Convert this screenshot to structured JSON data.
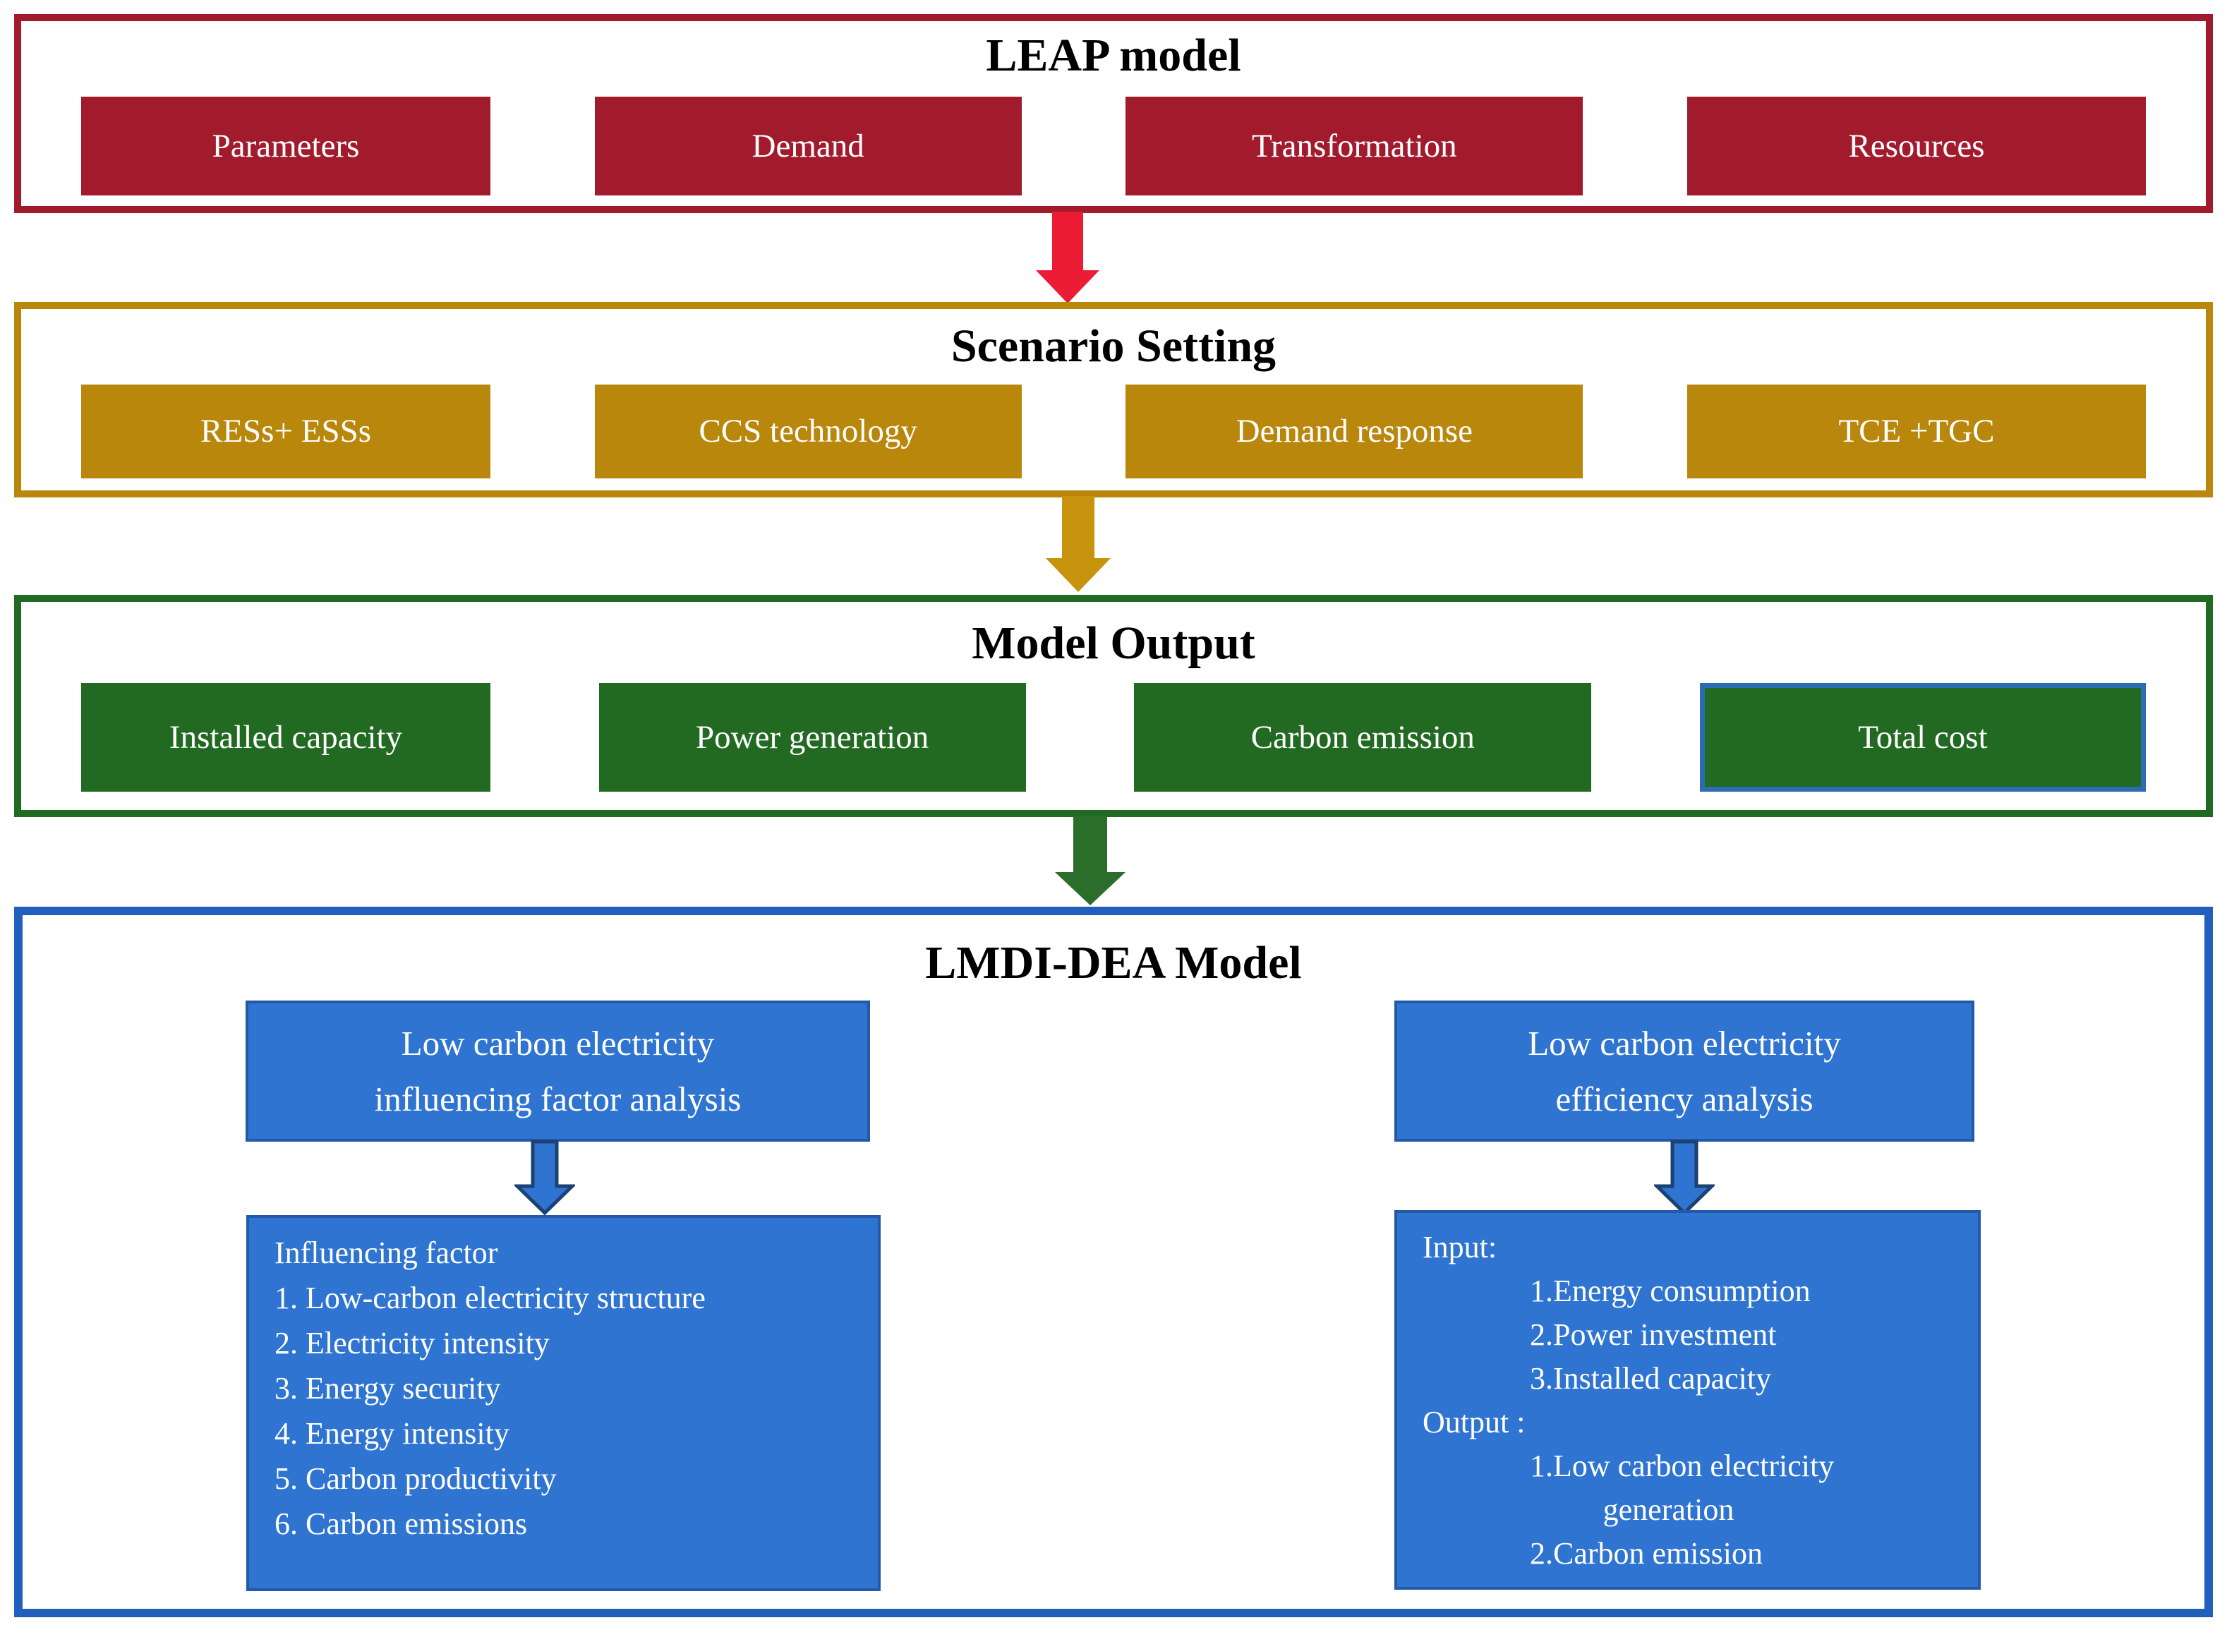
{
  "diagram": {
    "leap": {
      "title": "LEAP model",
      "boxes": [
        "Parameters",
        "Demand",
        "Transformation",
        "Resources"
      ]
    },
    "scenario": {
      "title": "Scenario Setting",
      "boxes": [
        "RESs+ ESSs",
        "CCS technology",
        "Demand response",
        "TCE +TGC"
      ]
    },
    "model_output": {
      "title": "Model Output",
      "boxes": [
        "Installed capacity",
        "Power generation",
        "Carbon emission",
        "Total cost"
      ]
    },
    "lmdi": {
      "title": "LMDI-DEA Model",
      "influencing": {
        "header_line1": "Low carbon electricity",
        "header_line2": "influencing factor analysis",
        "lines": [
          "Influencing factor",
          "1. Low-carbon electricity structure",
          "2. Electricity intensity",
          "3. Energy security",
          "4. Energy intensity",
          "5. Carbon productivity",
          "6. Carbon emissions"
        ]
      },
      "efficiency": {
        "header_line1": "Low carbon electricity",
        "header_line2": "efficiency analysis",
        "lines": [
          "Input:",
          "1.Energy consumption",
          "2.Power investment",
          "3.Installed capacity",
          "Output :",
          "1.Low carbon electricity",
          "generation",
          "2.Carbon emission"
        ]
      }
    },
    "colors": {
      "leap_red": "#A21B2C",
      "red_arrow": "#EB1C33",
      "scenario_gold": "#B8870C",
      "gold_arrow": "#C8930C",
      "output_green": "#226922",
      "green_arrow": "#2B6E2B",
      "total_cost_outline": "#2B6CB5",
      "lmdi_border_blue": "#2060BC",
      "lmdi_box_blue": "#2E74D0",
      "lmdi_box_edge": "#2458A8",
      "blue_arrow_edge": "#1B4272",
      "title_text": "#000000",
      "box_text": "#ffffff"
    }
  }
}
